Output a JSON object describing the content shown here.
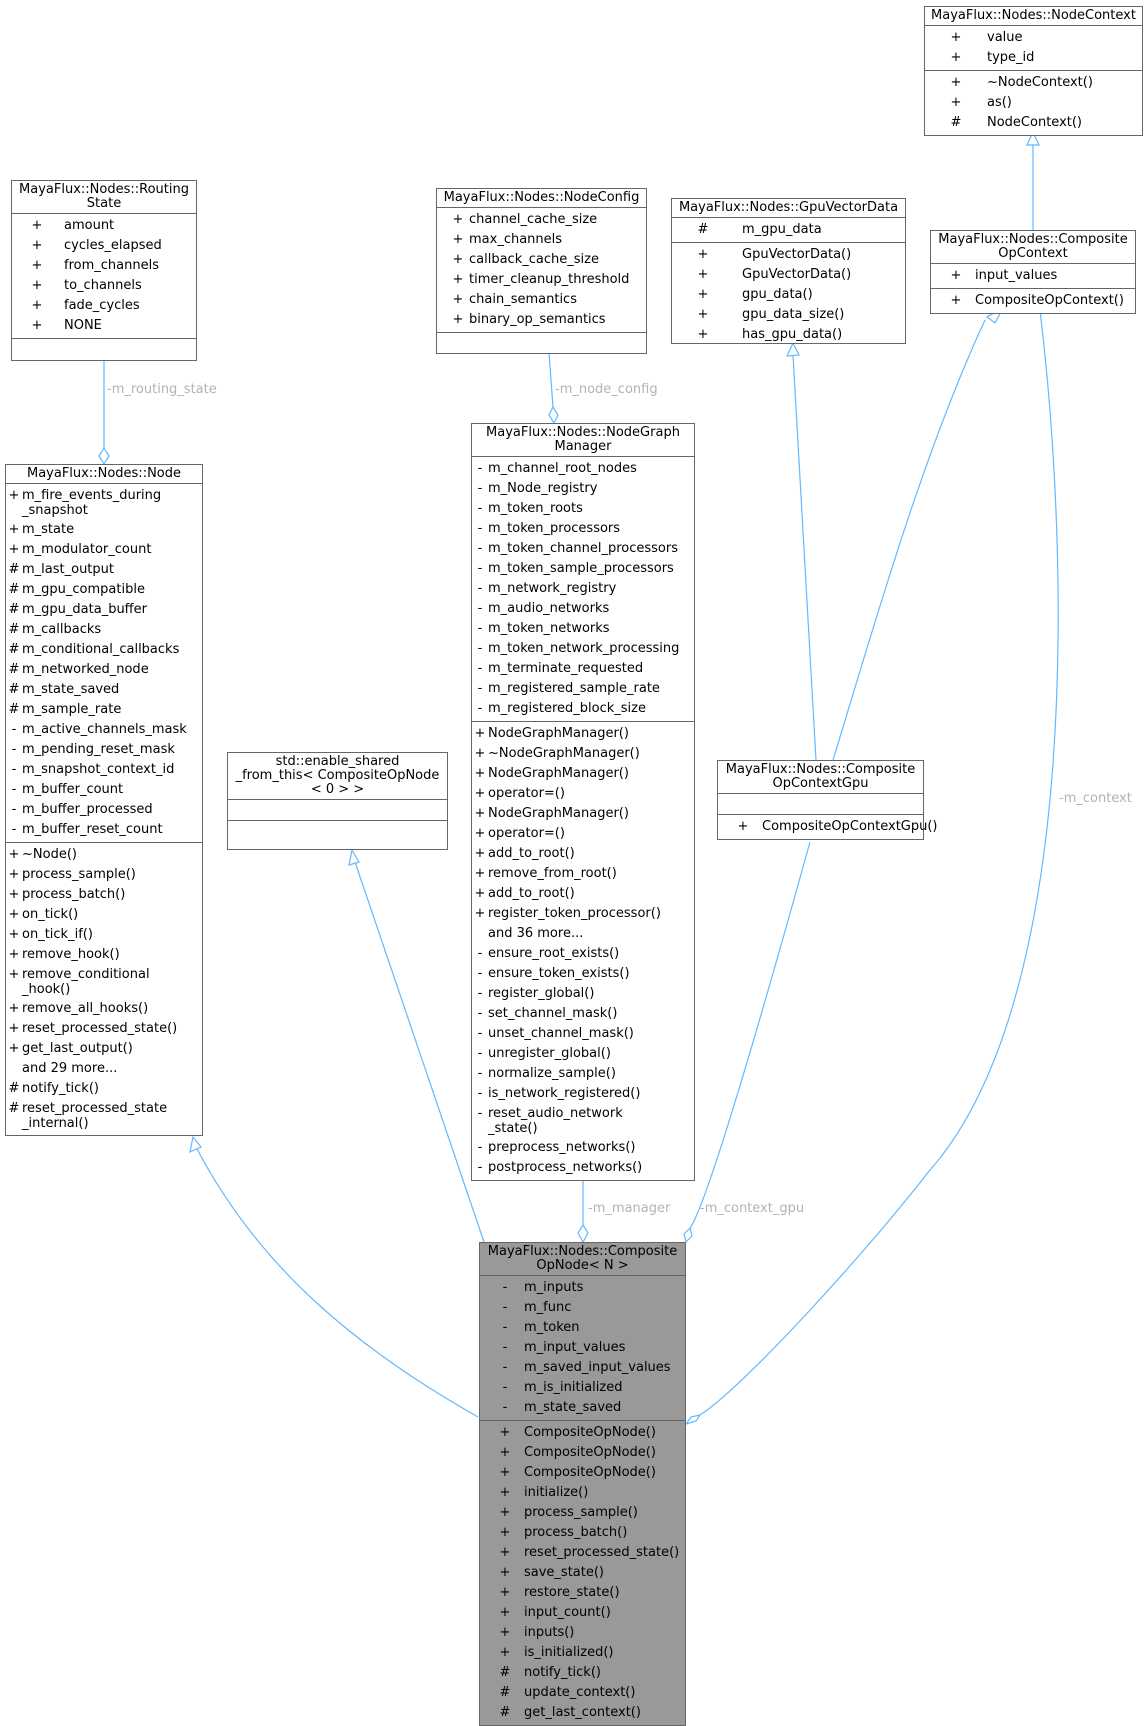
{
  "colors": {
    "edge": "#63b8ff",
    "box_border": "#666666",
    "focus_fill": "#999999",
    "edge_label": "#b3b3b3"
  },
  "classes": {
    "node_context": {
      "title": [
        "MayaFlux::Nodes::NodeContext"
      ],
      "attributes": [
        [
          "+",
          "value"
        ],
        [
          "+",
          "type_id"
        ]
      ],
      "methods": [
        [
          "+",
          "~NodeContext()"
        ],
        [
          "+",
          "as()"
        ],
        [
          "#",
          "NodeContext()"
        ]
      ]
    },
    "routing_state": {
      "title": [
        "MayaFlux::Nodes::Routing",
        "State"
      ],
      "attributes": [
        [
          "+",
          "amount"
        ],
        [
          "+",
          "cycles_elapsed"
        ],
        [
          "+",
          "from_channels"
        ],
        [
          "+",
          "to_channels"
        ],
        [
          "+",
          "fade_cycles"
        ],
        [
          "+",
          "NONE"
        ]
      ],
      "methods": []
    },
    "node_config": {
      "title": [
        "MayaFlux::Nodes::NodeConfig"
      ],
      "attributes": [
        [
          "+",
          "channel_cache_size"
        ],
        [
          "+",
          "max_channels"
        ],
        [
          "+",
          "callback_cache_size"
        ],
        [
          "+",
          "timer_cleanup_threshold"
        ],
        [
          "+",
          "chain_semantics"
        ],
        [
          "+",
          "binary_op_semantics"
        ]
      ],
      "methods": []
    },
    "gpu_vector_data": {
      "title": [
        "MayaFlux::Nodes::GpuVectorData"
      ],
      "attributes": [
        [
          "#",
          "m_gpu_data"
        ]
      ],
      "methods": [
        [
          "+",
          "GpuVectorData()"
        ],
        [
          "+",
          "GpuVectorData()"
        ],
        [
          "+",
          "gpu_data()"
        ],
        [
          "+",
          "gpu_data_size()"
        ],
        [
          "+",
          "has_gpu_data()"
        ]
      ]
    },
    "composite_op_context": {
      "title": [
        "MayaFlux::Nodes::Composite",
        "OpContext"
      ],
      "attributes": [
        [
          "+",
          "input_values"
        ]
      ],
      "methods": [
        [
          "+",
          "CompositeOpContext()"
        ]
      ]
    },
    "node": {
      "title": [
        "MayaFlux::Nodes::Node"
      ],
      "attributes": [
        [
          "+",
          "m_fire_events_during\n_snapshot"
        ],
        [
          "+",
          "m_state"
        ],
        [
          "+",
          "m_modulator_count"
        ],
        [
          "#",
          "m_last_output"
        ],
        [
          "#",
          "m_gpu_compatible"
        ],
        [
          "#",
          "m_gpu_data_buffer"
        ],
        [
          "#",
          "m_callbacks"
        ],
        [
          "#",
          "m_conditional_callbacks"
        ],
        [
          "#",
          "m_networked_node"
        ],
        [
          "#",
          "m_state_saved"
        ],
        [
          "#",
          "m_sample_rate"
        ],
        [
          "-",
          "m_active_channels_mask"
        ],
        [
          "-",
          "m_pending_reset_mask"
        ],
        [
          "-",
          "m_snapshot_context_id"
        ],
        [
          "-",
          "m_buffer_count"
        ],
        [
          "-",
          "m_buffer_processed"
        ],
        [
          "-",
          "m_buffer_reset_count"
        ]
      ],
      "methods": [
        [
          "+",
          "~Node()"
        ],
        [
          "+",
          "process_sample()"
        ],
        [
          "+",
          "process_batch()"
        ],
        [
          "+",
          "on_tick()"
        ],
        [
          "+",
          "on_tick_if()"
        ],
        [
          "+",
          "remove_hook()"
        ],
        [
          "+",
          "remove_conditional\n_hook()"
        ],
        [
          "+",
          "remove_all_hooks()"
        ],
        [
          "+",
          "reset_processed_state()"
        ],
        [
          "+",
          "get_last_output()"
        ],
        [
          "",
          "and 29 more..."
        ],
        [
          "#",
          "notify_tick()"
        ],
        [
          "#",
          "reset_processed_state\n_internal()"
        ]
      ]
    },
    "enable_shared": {
      "title": [
        "std::enable_shared",
        "_from_this< CompositeOpNode",
        "< 0 > >"
      ],
      "attributes": [],
      "methods": []
    },
    "node_graph_manager": {
      "title": [
        "MayaFlux::Nodes::NodeGraph",
        "Manager"
      ],
      "attributes": [
        [
          "-",
          "m_channel_root_nodes"
        ],
        [
          "-",
          "m_Node_registry"
        ],
        [
          "-",
          "m_token_roots"
        ],
        [
          "-",
          "m_token_processors"
        ],
        [
          "-",
          "m_token_channel_processors"
        ],
        [
          "-",
          "m_token_sample_processors"
        ],
        [
          "-",
          "m_network_registry"
        ],
        [
          "-",
          "m_audio_networks"
        ],
        [
          "-",
          "m_token_networks"
        ],
        [
          "-",
          "m_token_network_processing"
        ],
        [
          "-",
          "m_terminate_requested"
        ],
        [
          "-",
          "m_registered_sample_rate"
        ],
        [
          "-",
          "m_registered_block_size"
        ]
      ],
      "methods": [
        [
          "+",
          "NodeGraphManager()"
        ],
        [
          "+",
          "~NodeGraphManager()"
        ],
        [
          "+",
          "NodeGraphManager()"
        ],
        [
          "+",
          "operator=()"
        ],
        [
          "+",
          "NodeGraphManager()"
        ],
        [
          "+",
          "operator=()"
        ],
        [
          "+",
          "add_to_root()"
        ],
        [
          "+",
          "remove_from_root()"
        ],
        [
          "+",
          "add_to_root()"
        ],
        [
          "+",
          "register_token_processor()"
        ],
        [
          "",
          "and 36 more..."
        ],
        [
          "-",
          "ensure_root_exists()"
        ],
        [
          "-",
          "ensure_token_exists()"
        ],
        [
          "-",
          "register_global()"
        ],
        [
          "-",
          "set_channel_mask()"
        ],
        [
          "-",
          "unset_channel_mask()"
        ],
        [
          "-",
          "unregister_global()"
        ],
        [
          "-",
          "normalize_sample()"
        ],
        [
          "-",
          "is_network_registered()"
        ],
        [
          "-",
          "reset_audio_network\n_state()"
        ],
        [
          "-",
          "preprocess_networks()"
        ],
        [
          "-",
          "postprocess_networks()"
        ]
      ]
    },
    "composite_op_context_gpu": {
      "title": [
        "MayaFlux::Nodes::Composite",
        "OpContextGpu"
      ],
      "attributes": [],
      "methods": [
        [
          "+",
          "CompositeOpContextGpu()"
        ]
      ]
    },
    "composite_op_node": {
      "title": [
        "MayaFlux::Nodes::Composite",
        "OpNode< N >"
      ],
      "attributes": [
        [
          "-",
          "m_inputs"
        ],
        [
          "-",
          "m_func"
        ],
        [
          "-",
          "m_token"
        ],
        [
          "-",
          "m_input_values"
        ],
        [
          "-",
          "m_saved_input_values"
        ],
        [
          "-",
          "m_is_initialized"
        ],
        [
          "-",
          "m_state_saved"
        ]
      ],
      "methods": [
        [
          "+",
          "CompositeOpNode()"
        ],
        [
          "+",
          "CompositeOpNode()"
        ],
        [
          "+",
          "CompositeOpNode()"
        ],
        [
          "+",
          "initialize()"
        ],
        [
          "+",
          "process_sample()"
        ],
        [
          "+",
          "process_batch()"
        ],
        [
          "+",
          "reset_processed_state()"
        ],
        [
          "+",
          "save_state()"
        ],
        [
          "+",
          "restore_state()"
        ],
        [
          "+",
          "input_count()"
        ],
        [
          "+",
          "inputs()"
        ],
        [
          "+",
          "is_initialized()"
        ],
        [
          "#",
          "notify_tick()"
        ],
        [
          "#",
          "update_context()"
        ],
        [
          "#",
          "get_last_context()"
        ]
      ]
    }
  },
  "edge_labels": {
    "routing_state": "-m_routing_state",
    "node_config": "-m_node_config",
    "manager": "-m_manager",
    "context_gpu": "-m_context_gpu",
    "context": "-m_context"
  }
}
